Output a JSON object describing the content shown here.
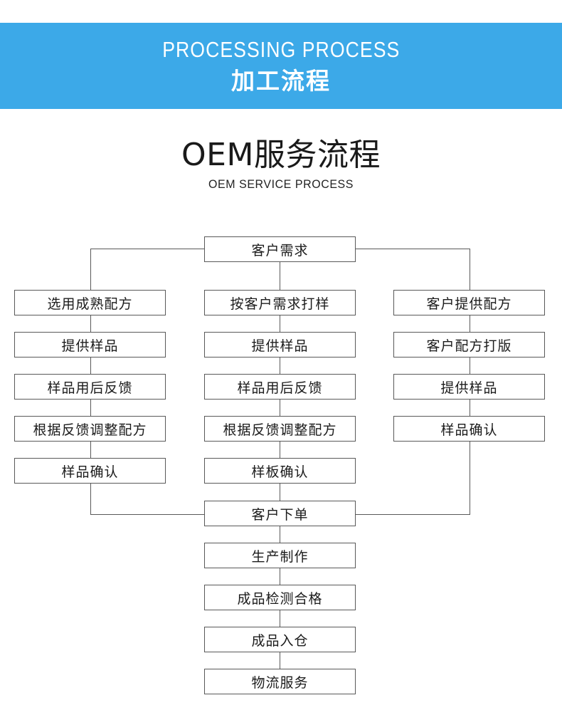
{
  "banner": {
    "english": "PROCESSING PROCESS",
    "chinese": "加工流程",
    "background_color": "#3ca9e8",
    "text_color": "#ffffff"
  },
  "title": {
    "chinese": "OEM服务流程",
    "english": "OEM SERVICE PROCESS"
  },
  "flowchart": {
    "line_color": "#595959",
    "box_fill": "#ffffff",
    "start": "客户需求",
    "branches": [
      {
        "name": "mature-formula-branch",
        "steps": [
          "选用成熟配方",
          "提供样品",
          "样品用后反馈",
          "根据反馈调整配方",
          "样品确认"
        ]
      },
      {
        "name": "custom-sample-branch",
        "steps": [
          "按客户需求打样",
          "提供样品",
          "样品用后反馈",
          "根据反馈调整配方",
          "样板确认"
        ]
      },
      {
        "name": "client-formula-branch",
        "steps": [
          "客户提供配方",
          "客户配方打版",
          "提供样品",
          "样品确认"
        ]
      }
    ],
    "merged": [
      "客户下单",
      "生产制作",
      "成品检测合格",
      "成品入仓",
      "物流服务"
    ]
  }
}
